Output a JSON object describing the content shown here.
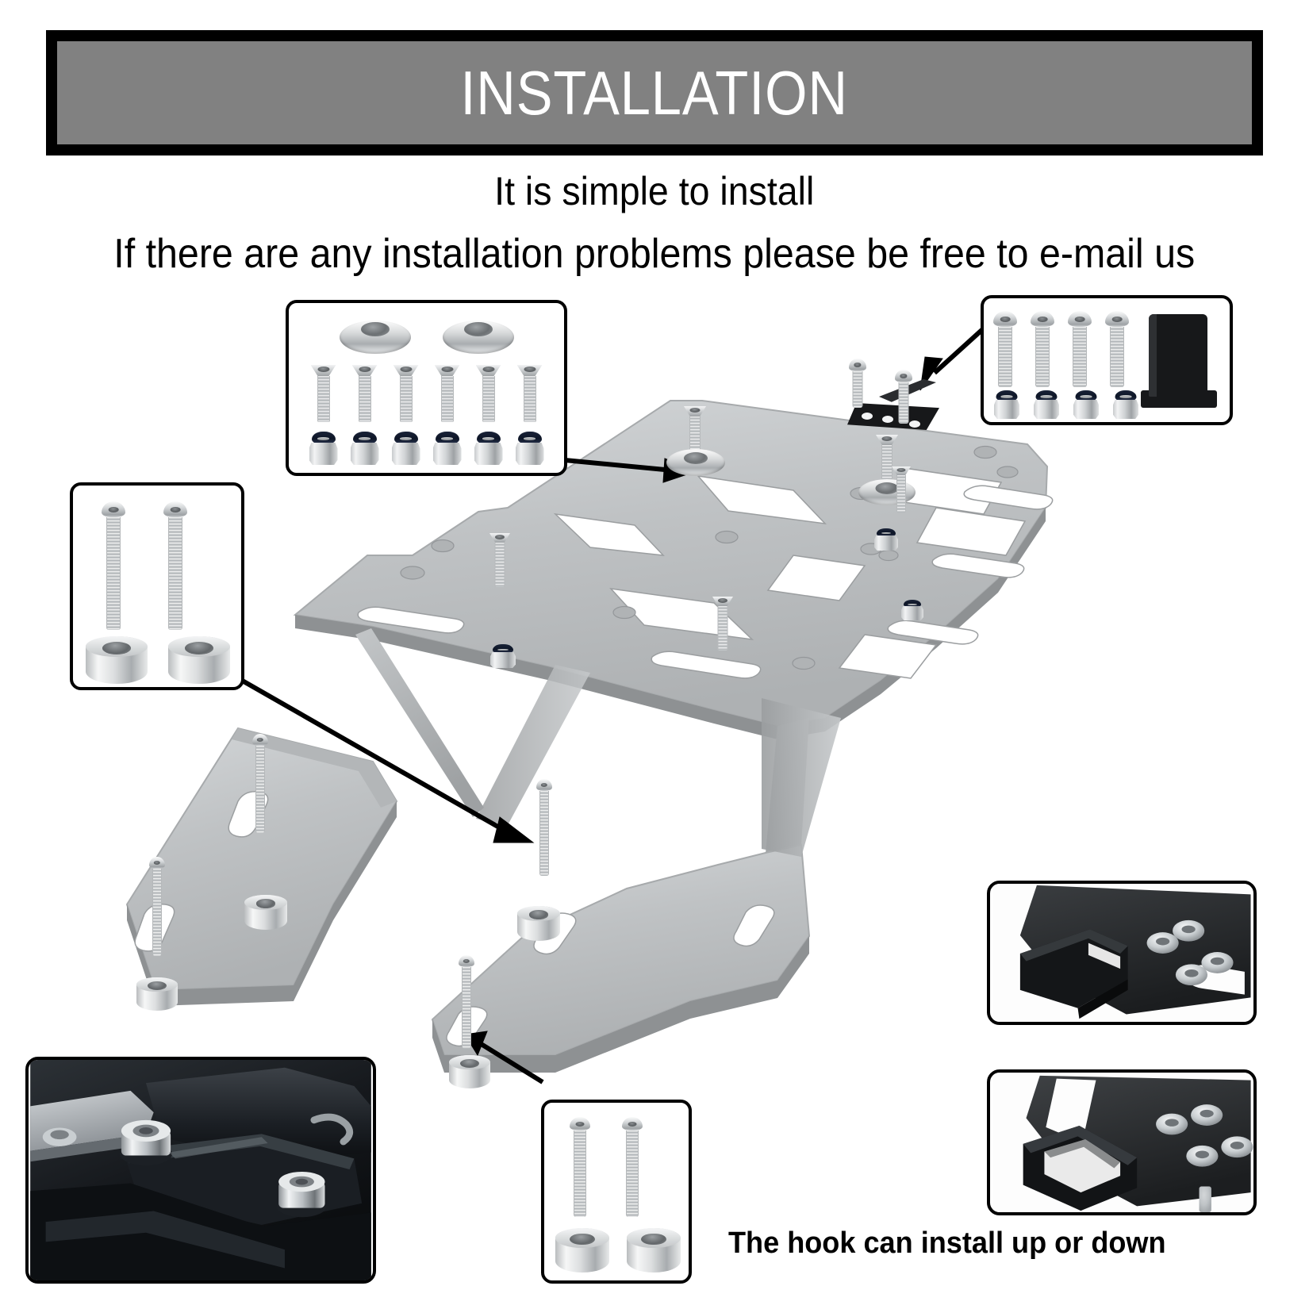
{
  "header": {
    "title": "INSTALLATION",
    "background_color": "#818181",
    "border_color": "#000000",
    "text_color": "#ffffff"
  },
  "intro": {
    "line1": "It is simple to install",
    "line2": "If there are any installation problems please be free to e-mail us"
  },
  "captions": {
    "hook_orientation": "The hook can install up or down"
  },
  "product": {
    "name": "motorcycle-rear-luggage-rack",
    "body_color": "#b9bcbe",
    "hook_color": "#17181a"
  },
  "callouts": [
    {
      "id": "kit-top-left",
      "name": "countersunk-screw-kit",
      "contents": [
        {
          "part": "flange-bushing",
          "qty": 2
        },
        {
          "part": "countersunk-screw",
          "qty": 6
        },
        {
          "part": "nylon-lock-nut",
          "qty": 6
        }
      ],
      "points_to": "rack-top-deck"
    },
    {
      "id": "kit-top-right",
      "name": "hook-bracket-kit",
      "contents": [
        {
          "part": "button-head-bolt",
          "qty": 4
        },
        {
          "part": "nylon-lock-nut",
          "qty": 4
        },
        {
          "part": "black-hook-bracket",
          "qty": 1
        }
      ],
      "points_to": "rack-hook-mount"
    },
    {
      "id": "kit-left",
      "name": "long-bolt-and-spacer-kit-left",
      "contents": [
        {
          "part": "long-button-head-bolt",
          "qty": 2
        },
        {
          "part": "aluminium-spacer",
          "qty": 2
        }
      ],
      "points_to": "rack-lower-left-bracket"
    },
    {
      "id": "kit-bottom",
      "name": "long-bolt-and-spacer-kit-bottom",
      "contents": [
        {
          "part": "long-button-head-bolt",
          "qty": 2
        },
        {
          "part": "aluminium-spacer",
          "qty": 2
        }
      ],
      "points_to": "rack-lower-right-bracket"
    }
  ],
  "photos": [
    {
      "id": "photo-installed-bike",
      "name": "installed-on-motorcycle-photo"
    },
    {
      "id": "photo-hook-up",
      "name": "hook-installed-up-photo"
    },
    {
      "id": "photo-hook-down",
      "name": "hook-installed-down-photo"
    }
  ]
}
